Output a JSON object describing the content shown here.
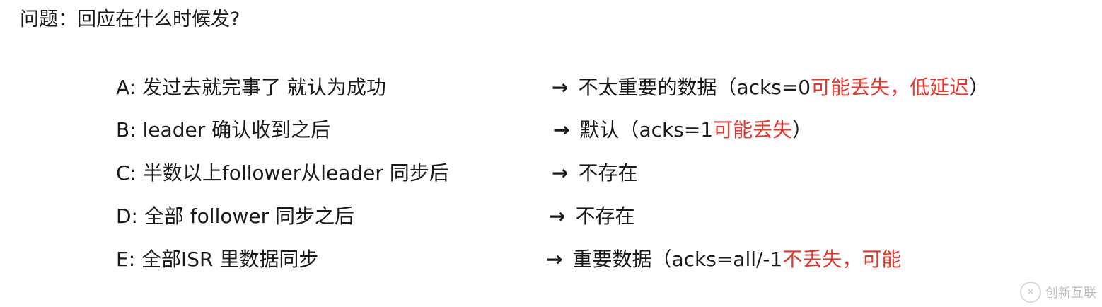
{
  "title": "问题：回应在什么时候发?",
  "arrow": "→",
  "rows": [
    {
      "left": "A: 发过去就完事了 就认为成功",
      "right_black": "不太重要的数据（acks=0",
      "right_red": "可能丢失，低延迟",
      "right_tail": "）"
    },
    {
      "left": "B:  leader 确认收到之后",
      "right_black": "默认（acks=1",
      "right_red": "可能丢失",
      "right_tail": "）"
    },
    {
      "left": "C:  半数以上follower从leader 同步后",
      "right_black": "不存在",
      "right_red": "",
      "right_tail": ""
    },
    {
      "left": "D: 全部 follower 同步之后",
      "right_black": "不存在",
      "right_red": "",
      "right_tail": ""
    },
    {
      "left": "E: 全部ISR 里数据同步",
      "right_black": "重要数据（acks=all/-1",
      "right_red": "不丢失，可能",
      "right_tail": ""
    }
  ],
  "watermark": {
    "text": "创新互联",
    "icon": "chuangxin-logo-icon"
  },
  "colors": {
    "text": "#1a1a1a",
    "highlight": "#e8352b"
  }
}
